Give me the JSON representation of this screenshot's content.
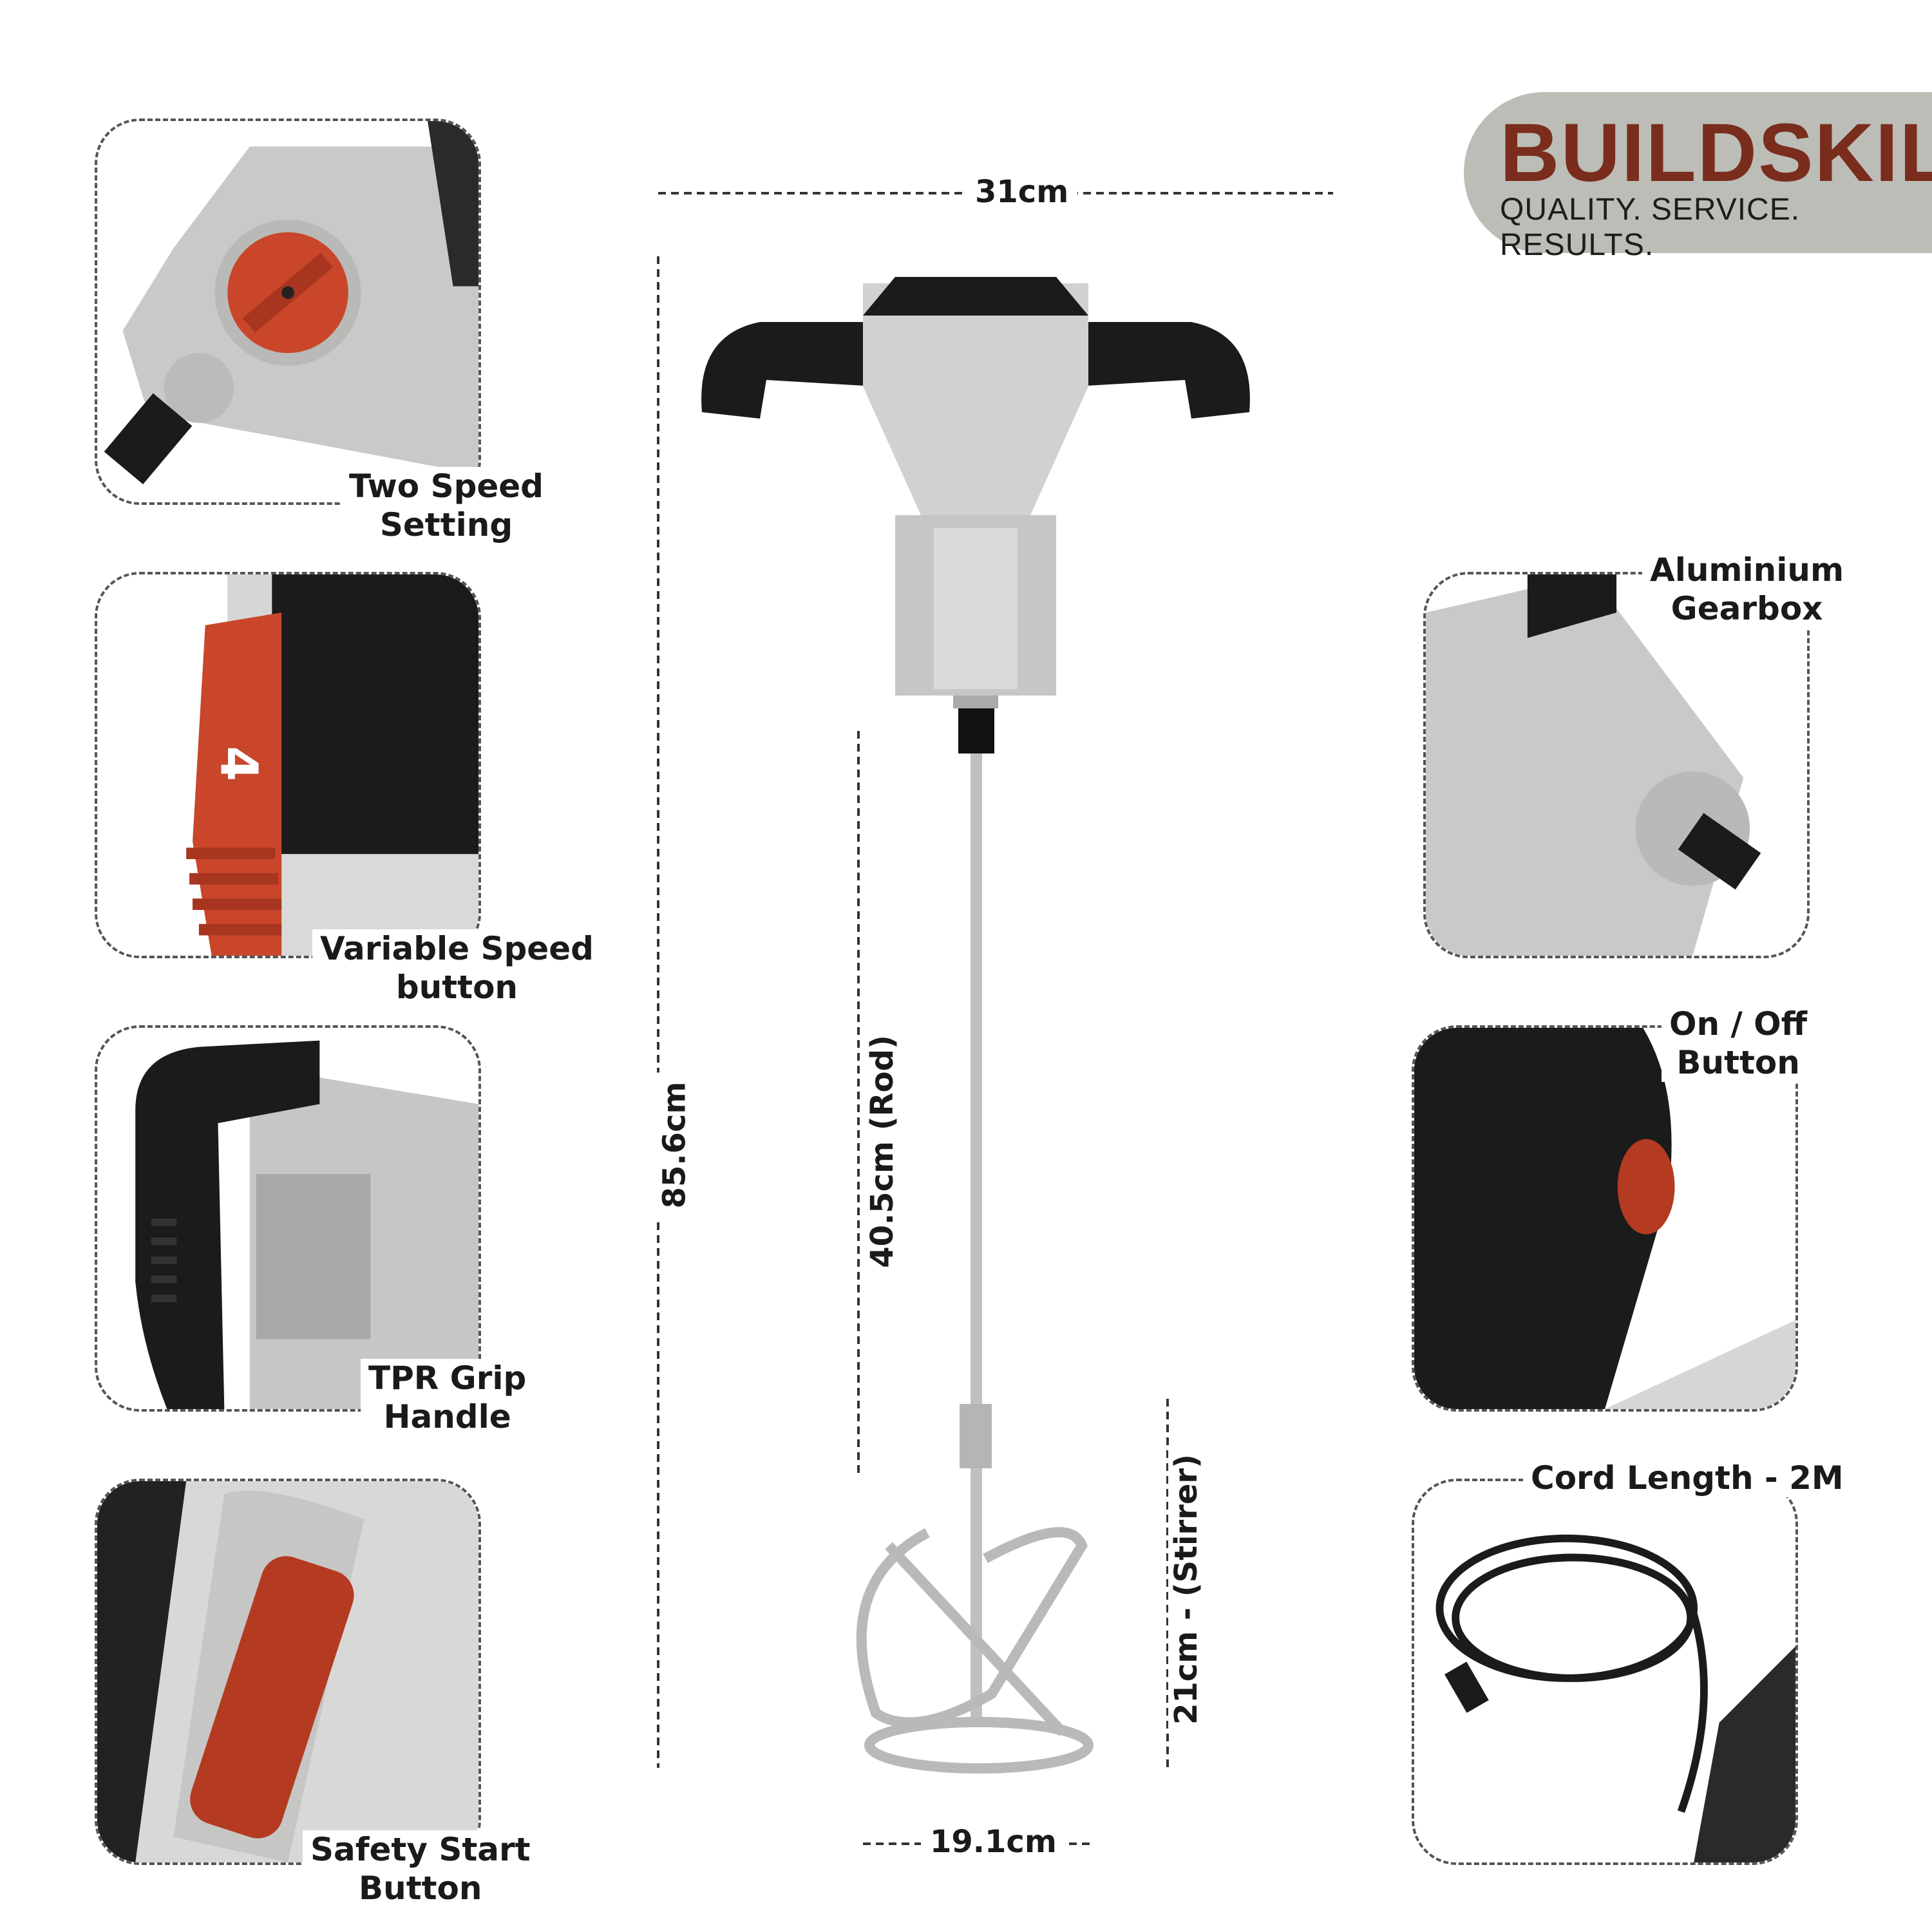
{
  "brand": {
    "name": "BUILDSKILL",
    "tagline": "QUALITY. SERVICE. RESULTS.",
    "color": "#7a2d1c",
    "badge_bg": "#bcbdb7"
  },
  "dimensions": {
    "width": "31cm",
    "height": "85.6cm",
    "rod": "40.5cm (Rod)",
    "stirrer": "21cm - (Stirrer)",
    "stirrer_width": "19.1cm"
  },
  "features_left": [
    {
      "label_line1": "Two Speed",
      "label_line2": "Setting",
      "icon": "speed-dial"
    },
    {
      "label_line1": "Variable Speed",
      "label_line2": "button",
      "icon": "speed-wheel",
      "wheel_number": "4"
    },
    {
      "label_line1": "TPR Grip",
      "label_line2": "Handle",
      "icon": "grip-handle"
    },
    {
      "label_line1": "Safety Start",
      "label_line2": "Button",
      "icon": "safety-button"
    }
  ],
  "features_right": [
    {
      "label_line1": "Aluminium",
      "label_line2": "Gearbox",
      "icon": "gearbox"
    },
    {
      "label_line1": "On / Off",
      "label_line2": "Button",
      "icon": "power-button"
    },
    {
      "label_line1": "Cord Length - 2M",
      "label_line2": "",
      "icon": "power-cord"
    }
  ],
  "colors": {
    "accent": "#c9462b",
    "tool_grey": "#c8c9c6",
    "tool_black": "#1b1b1b"
  }
}
